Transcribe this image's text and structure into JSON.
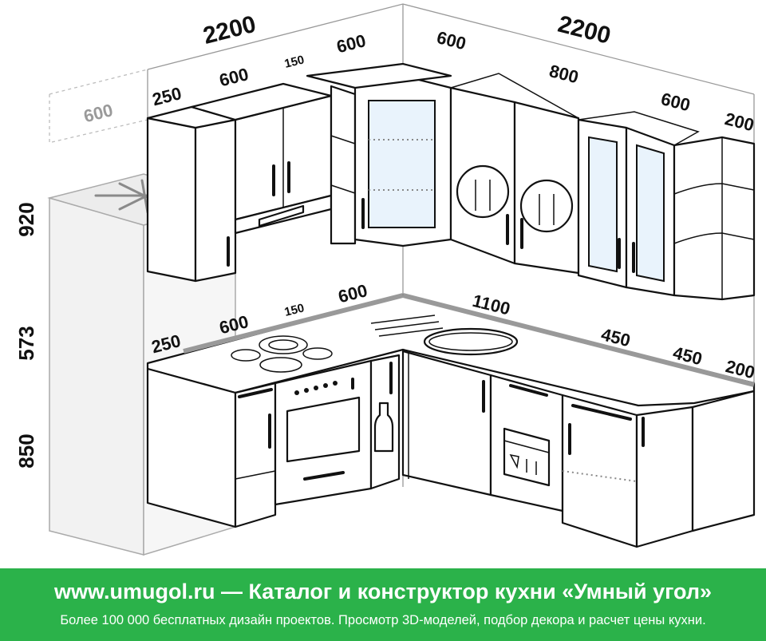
{
  "dimensions": {
    "left_wall_length": "2200",
    "right_wall_length": "2200",
    "upper_left_250": "250",
    "upper_left_600": "600",
    "upper_left_150": "150",
    "upper_left_corner_600": "600",
    "upper_right_corner_600": "600",
    "upper_right_800": "800",
    "upper_right_600": "600",
    "upper_right_200": "200",
    "fridge_depth": "600",
    "height_upper": "920",
    "height_middle": "573",
    "height_lower": "850",
    "base_left_250": "250",
    "base_left_600": "600",
    "base_left_150": "150",
    "base_left_corner_600": "600",
    "base_right_1100": "1100",
    "base_right_450_a": "450",
    "base_right_450_b": "450",
    "base_right_200": "200"
  },
  "banner": {
    "title": "www.umugol.ru — Каталог и конструктор кухни «Умный угол»",
    "subtitle": "Более 100 000 бесплатных дизайн проектов. Просмотр 3D-моделей, подбор декора и расчет цены кухни."
  },
  "colors": {
    "banner_background": "#2bb24a",
    "banner_text": "#ffffff",
    "line": "#111111",
    "glass": "#e9f3fc",
    "fridge": "#f2f2f2"
  }
}
